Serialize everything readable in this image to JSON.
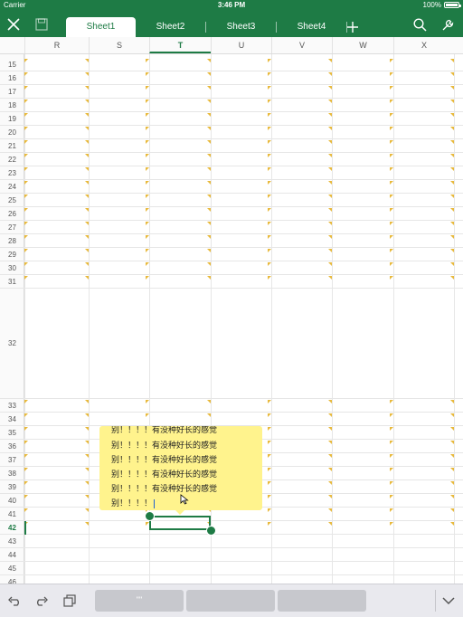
{
  "status_bar": {
    "carrier": "Carrier",
    "time": "3:46 PM",
    "battery": "100%"
  },
  "toolbar": {
    "tabs": [
      {
        "label": "Sheet1",
        "active": true
      },
      {
        "label": "Sheet2",
        "active": false
      },
      {
        "label": "Sheet3",
        "active": false
      },
      {
        "label": "Sheet4",
        "active": false
      }
    ],
    "icons": [
      "close-icon",
      "save-icon",
      "add-sheet-icon",
      "search-icon",
      "wrench-icon"
    ],
    "accent_color": "#1e7b45"
  },
  "grid": {
    "columns": [
      {
        "label": "R",
        "active": false
      },
      {
        "label": "S",
        "active": false
      },
      {
        "label": "T",
        "active": true
      },
      {
        "label": "U",
        "active": false
      },
      {
        "label": "V",
        "active": false
      },
      {
        "label": "W",
        "active": false
      },
      {
        "label": "X",
        "active": false
      }
    ],
    "rows": [
      "15",
      "16",
      "17",
      "18",
      "19",
      "20",
      "21",
      "22",
      "23",
      "24",
      "25",
      "26",
      "27",
      "28",
      "29",
      "30",
      "31",
      "32",
      "33",
      "34",
      "35",
      "36",
      "37",
      "38",
      "39",
      "40",
      "41",
      "42",
      "43",
      "44",
      "45",
      "46"
    ],
    "active_row": "42",
    "active_cell": "T42",
    "comment_marker_color": "#e8b93c"
  },
  "comment": {
    "lines": [
      "别！！！！有没种好长的感觉",
      "别！！！！有没种好长的感觉",
      "别！！！！有没种好长的感觉",
      "别！！！！有没种好长的感觉",
      "别！！！！有没种好长的感觉",
      "别！！！！"
    ],
    "background_color": "#fff38d"
  },
  "bottom_bar": {
    "icons": [
      "undo-icon",
      "redo-icon",
      "copy-icon",
      "chevron-down-icon"
    ],
    "buttons": [
      {
        "label": "\"\""
      },
      {
        "label": ""
      },
      {
        "label": ""
      }
    ]
  }
}
